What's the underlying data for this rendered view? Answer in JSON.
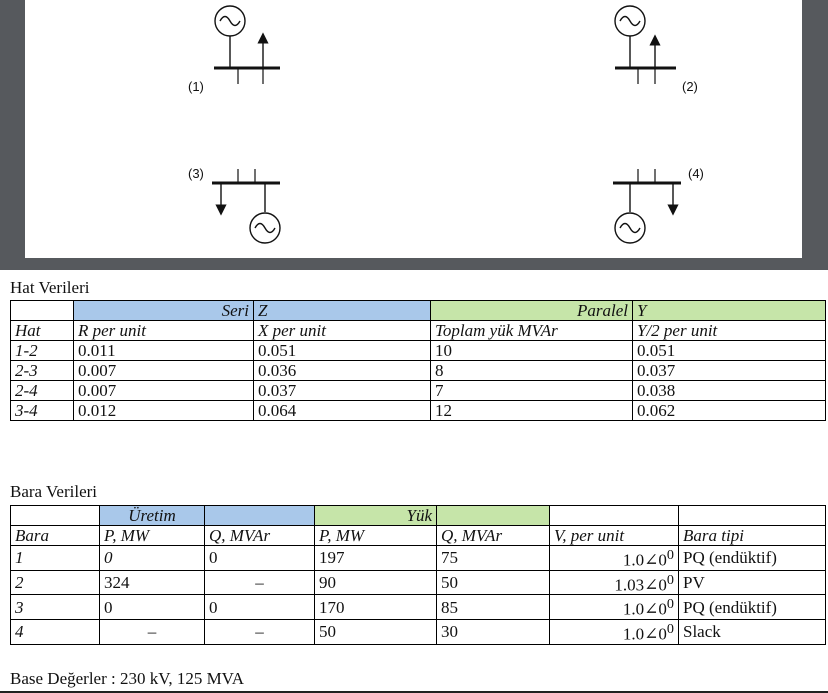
{
  "diagram": {
    "bus_labels": [
      "(1)",
      "(2)",
      "(3)",
      "(4)"
    ]
  },
  "hat": {
    "title": "Hat Verileri",
    "group_headers": {
      "seri": "Seri",
      "z": "Z",
      "paralel": "Paralel",
      "y": "Y"
    },
    "col_headers": [
      "Hat",
      "R  per unit",
      "X per unit",
      "Toplam yük  MVAr",
      "Y/2  per unit"
    ],
    "rows": [
      [
        "1-2",
        "0.011",
        "0.051",
        "10",
        "0.051"
      ],
      [
        "2-3",
        "0.007",
        "0.036",
        "8",
        "0.037"
      ],
      [
        "2-4",
        "0.007",
        "0.037",
        "7",
        "0.038"
      ],
      [
        "3-4",
        "0.012",
        "0.064",
        "12",
        "0.062"
      ]
    ]
  },
  "bara": {
    "title": "Bara Verileri",
    "group_headers": {
      "uretim": "Üretim",
      "yuk": "Yük"
    },
    "col_headers": [
      "Bara",
      "P, MW",
      "Q, MVAr",
      "P, MW",
      "Q, MVAr",
      "V, per unit",
      "Bara tipi"
    ],
    "rows": [
      {
        "bara": "1",
        "p_gen": "0",
        "q_gen": "0",
        "p_load": "197",
        "q_load": "75",
        "v": "1.0∠0",
        "v_sup": "0",
        "type": "PQ (endüktif)"
      },
      {
        "bara": "2",
        "p_gen": "324",
        "q_gen": "–",
        "p_load": "90",
        "q_load": "50",
        "v": "1.03∠0",
        "v_sup": "0",
        "type": "PV"
      },
      {
        "bara": "3",
        "p_gen": "0",
        "q_gen": "0",
        "p_load": "170",
        "q_load": "85",
        "v": "1.0∠0",
        "v_sup": "0",
        "type": "PQ (endüktif)"
      },
      {
        "bara": "4",
        "p_gen": "–",
        "q_gen": "–",
        "p_load": "50",
        "q_load": "30",
        "v": "1.0∠0",
        "v_sup": "0",
        "type": "Slack"
      }
    ]
  },
  "footer": "Base Değerler : 230 kV,  125 MVA"
}
